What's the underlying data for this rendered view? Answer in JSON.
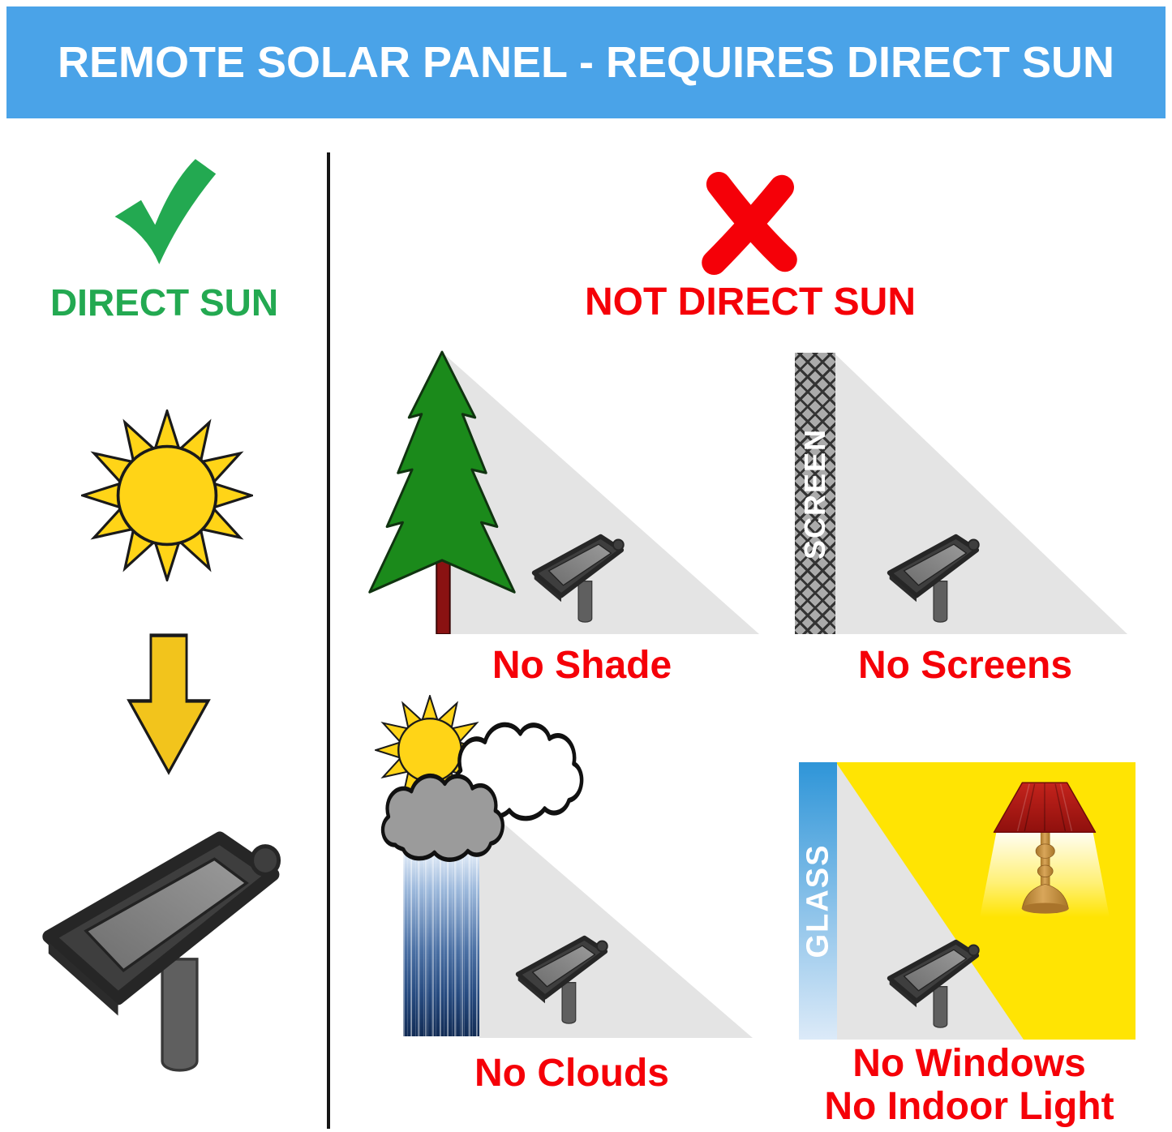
{
  "banner": {
    "title": "REMOTE SOLAR PANEL - REQUIRES DIRECT SUN"
  },
  "left_column": {
    "label": "DIRECT SUN"
  },
  "right_column": {
    "label": "NOT DIRECT SUN"
  },
  "quadrants": {
    "shade": {
      "caption": "No Shade"
    },
    "screens": {
      "caption": "No Screens",
      "overlay_label": "SCREEN"
    },
    "clouds": {
      "caption": "No Clouds"
    },
    "windows": {
      "caption_line1": "No Windows",
      "caption_line2": "No Indoor Light",
      "overlay_label": "GLASS"
    }
  },
  "colors": {
    "banner_bg": "#4AA3E8",
    "banner_text": "#FFFFFF",
    "positive_green": "#23A951",
    "negative_red": "#F50008",
    "sun_yellow": "#FFD417",
    "arrow_gold": "#F2C41C",
    "tree_green": "#1B8A1B",
    "trunk_dark_red": "#8A1212",
    "shadow_gray": "#E4E4E4",
    "window_yellow": "#FFE403",
    "glass_blue_top": "#2E95D8",
    "glass_blue_bottom": "#DCEAF8",
    "screen_gray": "#ABABAB",
    "panel_frame": "#3E3E3E",
    "lamp_shade_red": "#A8140F",
    "lamp_wood": "#C08A3E"
  }
}
